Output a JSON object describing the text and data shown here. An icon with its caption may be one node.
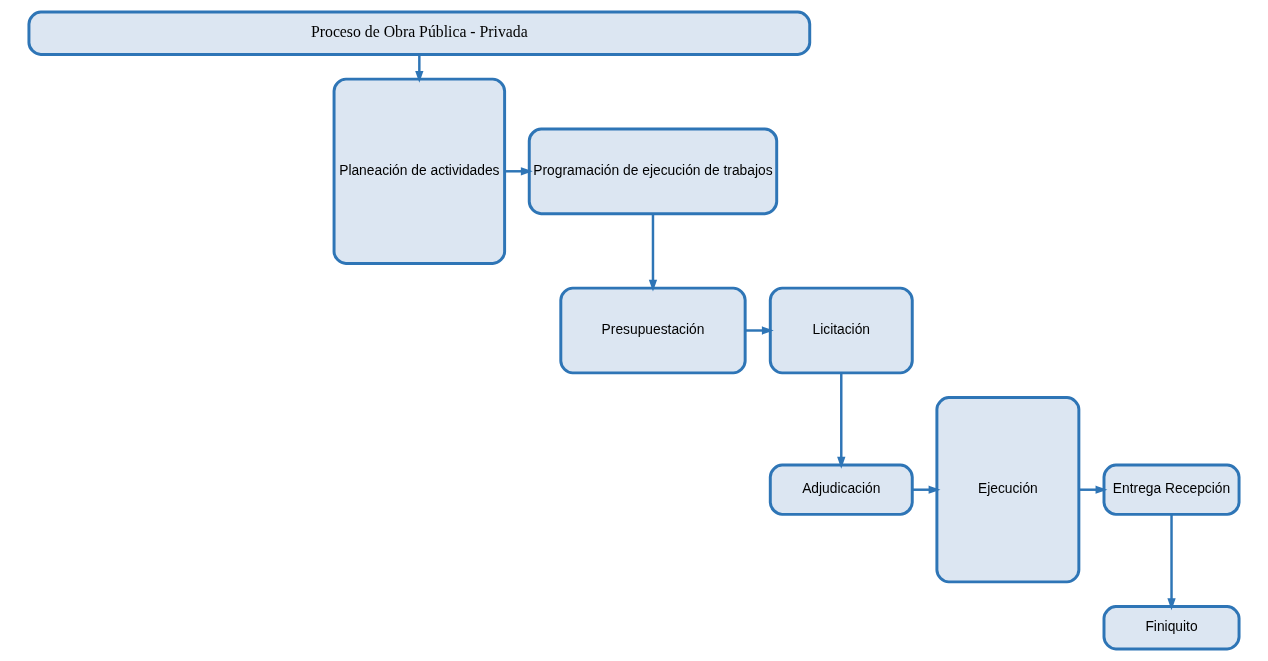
{
  "diagram": {
    "nodes": [
      {
        "text": [
          "Proceso de Obra Pública - Privada"
        ]
      },
      {
        "text": [
          "Planeación de actividades"
        ]
      },
      {
        "text": [
          "Programación de ejecución de trabajos"
        ]
      },
      {
        "text": [
          "Presupuestación"
        ]
      },
      {
        "text": [
          "Licitación"
        ]
      },
      {
        "text": [
          "Adjudicación"
        ]
      },
      {
        "text": [
          "Ejecución"
        ]
      },
      {
        "text": [
          "Entrega Recepción"
        ]
      },
      {
        "text": [
          "Finiquito"
        ]
      }
    ],
    "edges": [
      {
        "from": 0,
        "to": 1,
        "arrow": "to"
      },
      {
        "from": 1,
        "to": 2,
        "arrow": "to"
      },
      {
        "from": 2,
        "to": 3,
        "arrow": "to"
      },
      {
        "from": 3,
        "to": 4,
        "arrow": "to"
      },
      {
        "from": 4,
        "to": 5,
        "arrow": "to"
      },
      {
        "from": 5,
        "to": 6,
        "arrow": "to"
      },
      {
        "from": 6,
        "to": 7,
        "arrow": "to"
      },
      {
        "from": 7,
        "to": 8,
        "arrow": "to"
      }
    ]
  }
}
